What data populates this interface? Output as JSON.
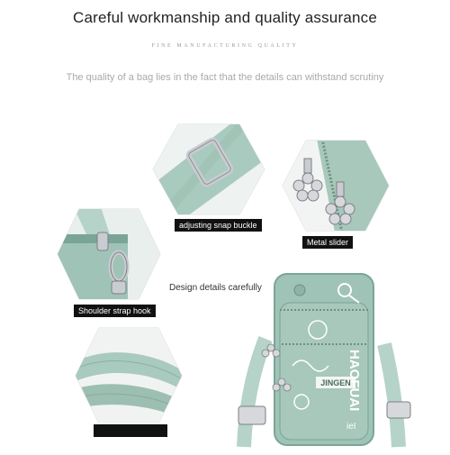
{
  "header": {
    "title": "Careful workmanship and quality assurance",
    "spaced_line": "FINE MANUFACTURING QUALITY",
    "subtitle": "The quality of a bag lies in the fact that the details can withstand scrutiny"
  },
  "labels": {
    "buckle": "adjusting snap buckle",
    "slider": "Metal slider",
    "hook": "Shoulder strap hook",
    "design": "Design details carefully"
  },
  "bag_print": {
    "brand_vertical": "HAOFUAI",
    "brand_patch": "JINGEN",
    "small_text": "ieI"
  },
  "colors": {
    "mint": "#9fc3b6",
    "mint_dark": "#7aa596",
    "strap": "#b5d3c8",
    "metal": "#c9ccd0",
    "tag_bg": "#111111"
  }
}
